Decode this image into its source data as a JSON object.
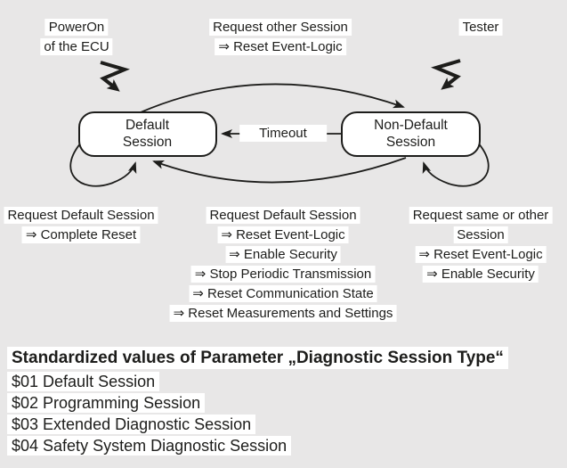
{
  "figure": {
    "power_on": {
      "lines": [
        "PowerOn",
        "of the ECU"
      ]
    },
    "request_other_session": {
      "lines": [
        "Request other Session",
        "⇒ Reset Event-Logic"
      ]
    },
    "tester": "Tester",
    "timeout": "Timeout",
    "states": {
      "default_session": {
        "lines": [
          "Default",
          "Session"
        ]
      },
      "non_default_session": {
        "lines": [
          "Non-Default",
          "Session"
        ]
      }
    },
    "request_default_complete_reset": {
      "lines": [
        "Request Default Session",
        "⇒ Complete Reset"
      ]
    },
    "request_default_session": {
      "lines": [
        "Request Default Session",
        "⇒ Reset Event-Logic",
        "⇒ Enable Security",
        "⇒ Stop Periodic Transmission",
        "⇒ Reset Communication State",
        "⇒ Reset Measurements and Settings"
      ]
    },
    "request_same_or_other": {
      "lines": [
        "Request same or other",
        "Session",
        "⇒ Reset Event-Logic",
        "⇒ Enable Security"
      ]
    }
  },
  "icons": {
    "power_on_icon": "lightning-arrow-down-right",
    "tester_icon": "lightning-arrow-down-left"
  },
  "legend": {
    "title": "Standardized values of Parameter „Diagnostic Session Type“",
    "items": [
      "$01 Default Session",
      "$02 Programming Session",
      "$03 Extended Diagnostic Session",
      "$04 Safety System Diagnostic Session"
    ]
  },
  "colors": {
    "background": "#e8e7e7",
    "line": "#1d1d1b",
    "label_background": "#ffffff",
    "state_fill": "#ffffff"
  }
}
